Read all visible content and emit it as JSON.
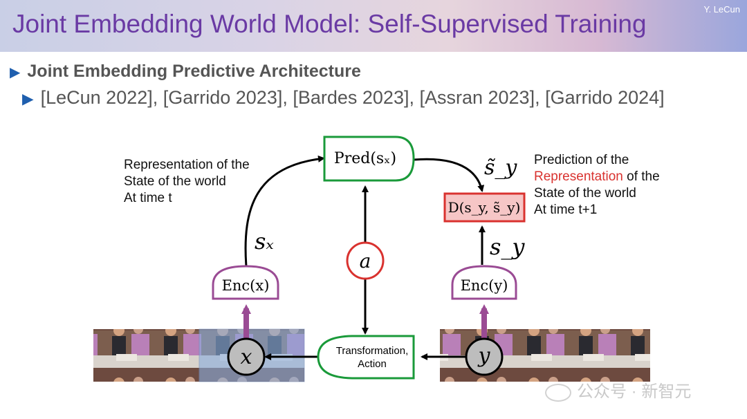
{
  "header": {
    "title": "Joint Embedding World Model: Self-Supervised Training",
    "author": "Y. LeCun"
  },
  "bullets": {
    "level1": "Joint Embedding Predictive Architecture",
    "level2": "[LeCun 2022], [Garrido 2023], [Bardes 2023], [Assran 2023], [Garrido 2024]"
  },
  "annotations": {
    "left_note": [
      "Representation of the",
      "State of the world",
      "At time t"
    ],
    "right_note_line1": "Prediction of the",
    "right_note_red": "Representation",
    "right_note_line2_rest": " of the",
    "right_note_rest": [
      "State of the world",
      "At time t+1"
    ]
  },
  "nodes": {
    "pred": "Pred(sₓ)",
    "distance": "D(s_y, s̃_y)",
    "enc_x": "Enc(x)",
    "enc_y": "Enc(y)",
    "action": "a",
    "transformation_line1": "Transformation,",
    "transformation_line2": "Action",
    "x": "x",
    "y": "y"
  },
  "labels": {
    "s_x": "sₓ",
    "s_y": "s_y",
    "s_tilde_y": "s̃_y"
  },
  "watermark": "公众号 · 新智元",
  "colors": {
    "title": "#6a3aa4",
    "bullet_marker": "#1f5fae",
    "pred_border": "#1a9a3a",
    "encoder": "#9a4b94",
    "distance_border": "#d9322f",
    "distance_fill": "#f6c6c6",
    "action_circle": "#d9322f"
  }
}
